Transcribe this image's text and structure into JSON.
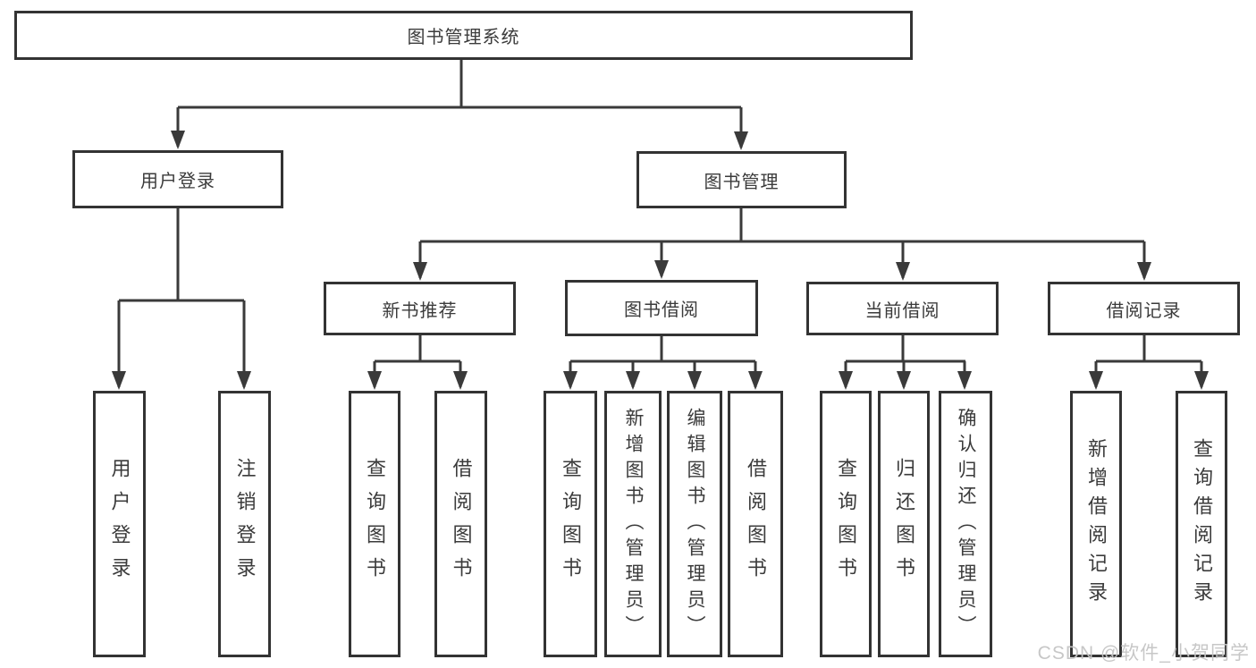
{
  "colors": {
    "background": "#ffffff",
    "line": "#3a3a3a",
    "box_border": "#333333",
    "text": "#3b3b3b",
    "watermark": "#c5c5c5"
  },
  "watermark": "CSDN @软件_小贺同学",
  "tree": {
    "root": "图书管理系统",
    "branches": [
      {
        "label": "用户登录",
        "children": [
          "用户登录",
          "注销登录"
        ]
      },
      {
        "label": "图书管理",
        "groups": [
          {
            "label": "新书推荐",
            "children": [
              "查询图书",
              "借阅图书"
            ]
          },
          {
            "label": "图书借阅",
            "children": [
              "查询图书",
              "新增图书（管理员）",
              "编辑图书（管理员）",
              "借阅图书"
            ]
          },
          {
            "label": "当前借阅",
            "children": [
              "查询图书",
              "归还图书",
              "确认归还（管理员）"
            ]
          },
          {
            "label": "借阅记录",
            "children": [
              "新增借阅记录",
              "查询借阅记录"
            ]
          }
        ]
      }
    ]
  }
}
